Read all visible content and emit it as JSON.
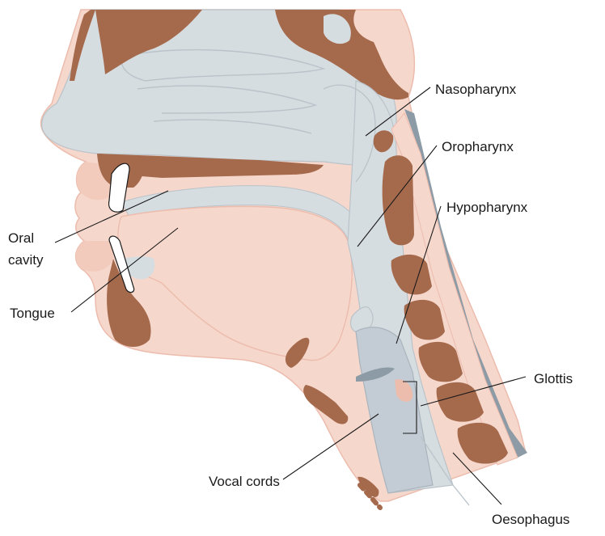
{
  "labels": {
    "nasopharynx": "Nasopharynx",
    "oropharynx": "Oropharynx",
    "hypopharynx": "Hypopharynx",
    "oral_cavity_line1": "Oral",
    "oral_cavity_line2": "cavity",
    "tongue": "Tongue",
    "glottis": "Glottis",
    "vocal_cords": "Vocal cords",
    "oesophagus": "Oesophagus"
  },
  "colors": {
    "skin": "#f6d7cc",
    "skin_edge": "#ecbcad",
    "bone": "#a5694c",
    "bone_dark": "#8c5336",
    "airway": "#d6dde1",
    "airway_edge": "#b9c3c9",
    "larynx": "#c3ccd4",
    "vocal": "#8c9ba5",
    "spine_edge": "#8c9ba5",
    "leader": "#1a1a1a"
  }
}
